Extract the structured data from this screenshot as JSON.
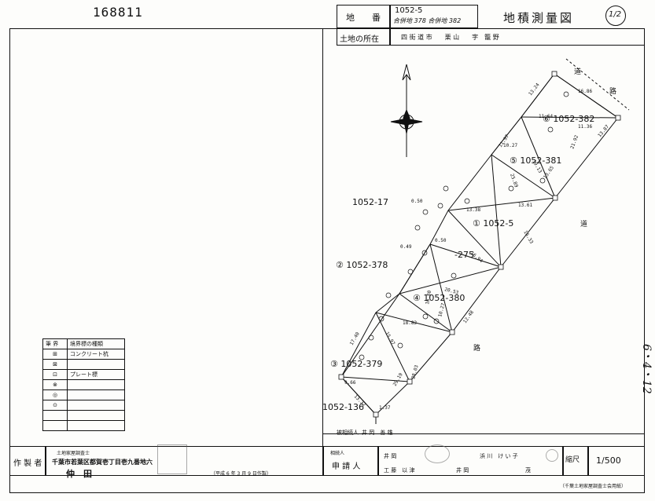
{
  "doc_number": "168811",
  "header": {
    "chiban_label": "地　　番",
    "chiban_value_1": "1052-5",
    "chiban_value_2": "合併地 378 合併地 382",
    "title": "地積測量図",
    "sheet_fraction": "1/2",
    "location_label": "土地の所在",
    "location_value": "四 街 道 市　　栗 山　　字　籠 野"
  },
  "parcels": {
    "p1": "① 1052-5",
    "p1_sub": "-275",
    "p2": "② 1052-378",
    "p3": "③ 1052-379",
    "p4": "④ 1052-380",
    "p5": "⑤ 1052-381",
    "p6": "⑥ 1052-382",
    "adj_17": "1052-17",
    "adj_136": "1052-136",
    "road": "道",
    "road2": "路"
  },
  "legend": {
    "col1": "筆 界",
    "col2": "境界標の種類",
    "row1": "コンクリート杭",
    "row2": "",
    "row3": "プレート標",
    "row4": "",
    "row5": "",
    "row6": ""
  },
  "footer": {
    "author_label": "作 製 者",
    "author_title": "土地家屋調査士",
    "author_address": "千葉市若葉区都賀壱丁目壱九番地六",
    "author_name": "仲　田",
    "author_date": "（平成 6 年 3 月 9 日作製）",
    "applicant_label": "申 請 人",
    "inherit_label": "相続人",
    "applicant_1": "井 岡",
    "applicant_2": "浜 川　け い 子",
    "applicant_3": "工 藤　以 津",
    "applicant_4": "井 岡",
    "applicant_5": "茂",
    "decedent_label": "被相続人",
    "decedent": "井 岡　善 雄",
    "scale_label": "縮尺",
    "scale_value": "1/500",
    "paper_note": "（千葉土地家屋調査士会用紙）"
  },
  "margin_note": "6・4・12",
  "distances": [
    "13.24",
    "16.86",
    "11.64",
    "13.45",
    "27.84",
    "11.97",
    "10.27",
    "25.63",
    "19.13",
    "11.36",
    "13.87",
    "16.78",
    "25.89",
    "13.38",
    "13.61",
    "16.33",
    "16.94",
    "13.65",
    "0.50",
    "0.49",
    "0.50",
    "26.53",
    "16.45",
    "20.53",
    "18.82",
    "15.97",
    "18.85",
    "12.48",
    "21.92",
    "9.66",
    "13.32",
    "29.19",
    "28.03",
    "1.37",
    "17.40"
  ]
}
